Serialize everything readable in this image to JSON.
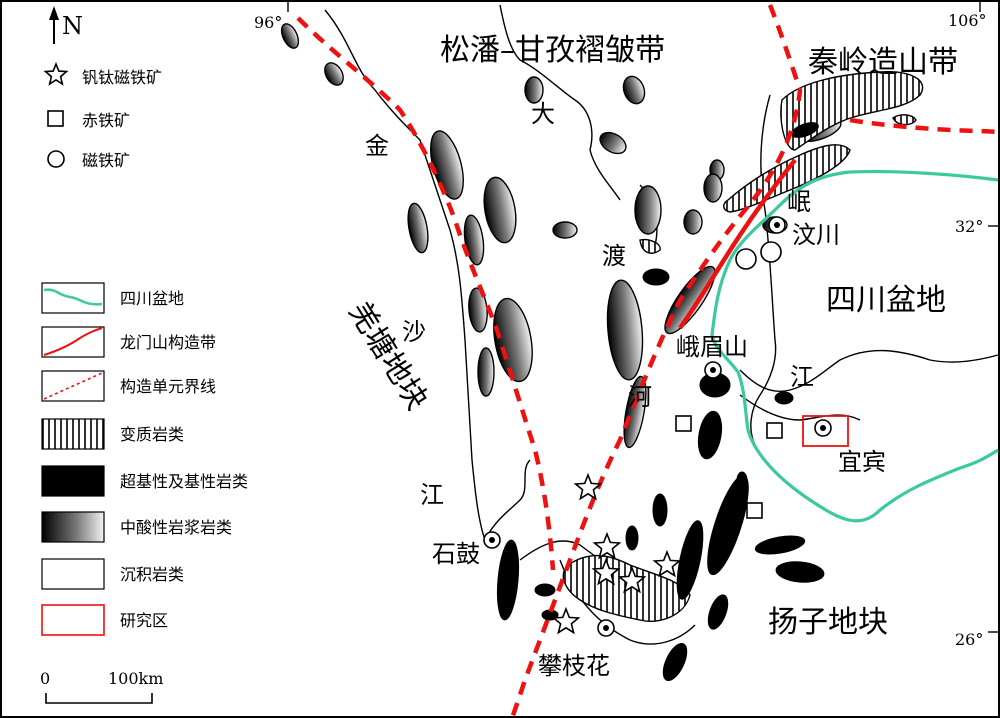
{
  "north_label": "N",
  "coords": {
    "lon_left": "96°",
    "lon_right": "106°",
    "lat_top": "32°",
    "lat_bottom": "26°"
  },
  "regions": {
    "songpan": "松潘–甘孜褶皱带",
    "qinling": "秦岭造山带",
    "sichuan": "四川盆地",
    "yangtze": "扬子地块",
    "qiangtang": "羌塘地块"
  },
  "rivers": {
    "jinsha": [
      "金",
      "沙",
      "江"
    ],
    "dadu": [
      "大",
      "渡",
      "河"
    ],
    "min": [
      "岷",
      "江"
    ]
  },
  "places": {
    "wenchuan": "汶川",
    "emeishan": "峨眉山",
    "yibin": "宜宾",
    "shigu": "石鼓",
    "panzhihua": "攀枝花"
  },
  "ore_legend": [
    {
      "symbol": "star",
      "label": "钒钛磁铁矿"
    },
    {
      "symbol": "square",
      "label": "赤铁矿"
    },
    {
      "symbol": "circle",
      "label": "磁铁矿"
    }
  ],
  "unit_legend": [
    {
      "key": "basin",
      "label": "四川盆地",
      "color": "#3cc9a0"
    },
    {
      "key": "longmen",
      "label": "龙门山构造带",
      "color": "#ee1111"
    },
    {
      "key": "boundary",
      "label": "构造单元界线",
      "color": "#ee1111"
    },
    {
      "key": "metamorphic",
      "label": "变质岩类"
    },
    {
      "key": "ultrabasic",
      "label": "超基性及基性岩类"
    },
    {
      "key": "intermediate",
      "label": "中酸性岩浆岩类"
    },
    {
      "key": "sedimentary",
      "label": "沉积岩类"
    },
    {
      "key": "study",
      "label": "研究区",
      "color": "#ee1111"
    }
  ],
  "scale": {
    "zero": "0",
    "distance": "100km"
  }
}
